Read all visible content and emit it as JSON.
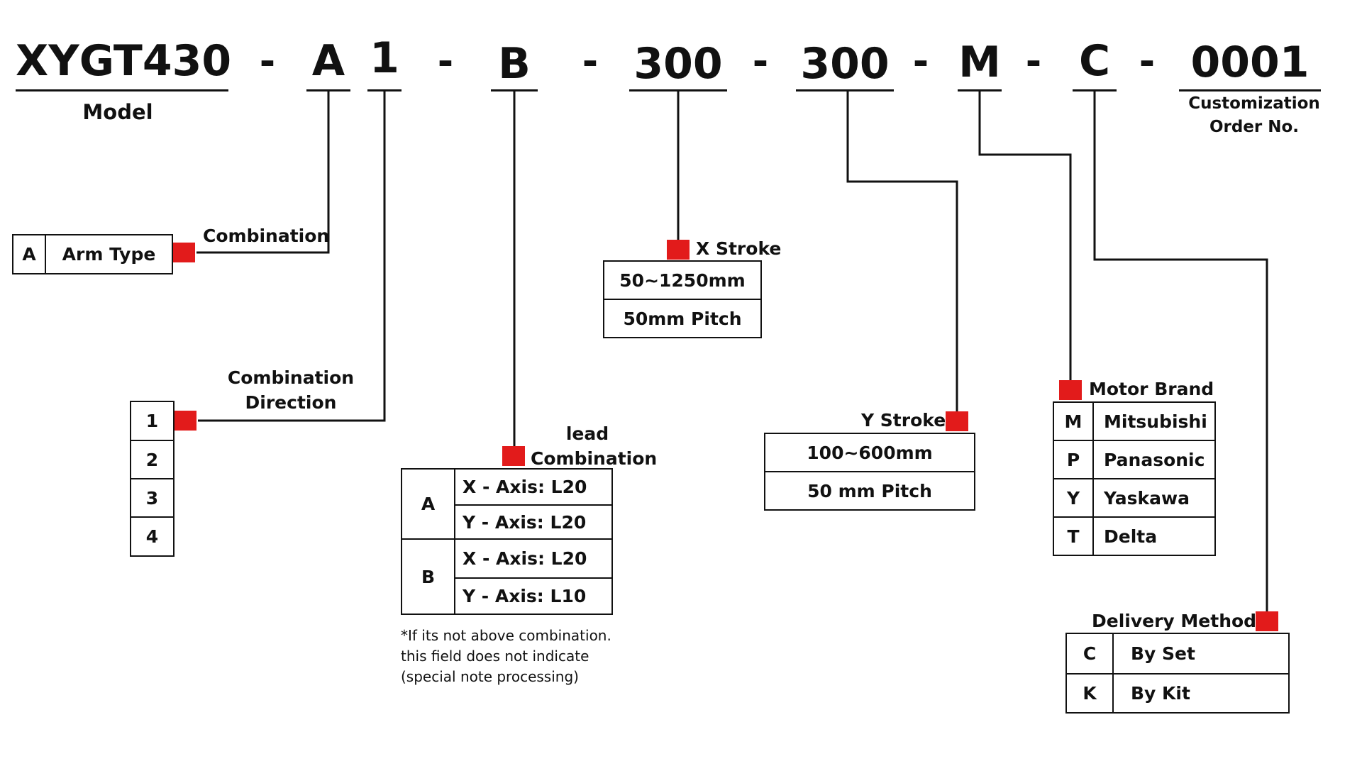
{
  "code": {
    "model": "XYGT430",
    "arm": "A",
    "direction": "1",
    "lead": "B",
    "x_stroke": "300",
    "y_stroke": "300",
    "motor": "M",
    "delivery": "C",
    "order_no": "0001",
    "separator": "-"
  },
  "captions": {
    "model": "Model",
    "order_no_line1": "Customization",
    "order_no_line2": "Order No."
  },
  "arm_type": {
    "title": "Combination",
    "code": "A",
    "label": "Arm Type"
  },
  "combination_direction": {
    "title_line1": "Combination",
    "title_line2": "Direction",
    "options": [
      "1",
      "2",
      "3",
      "4"
    ]
  },
  "lead_combination": {
    "title_line1": "lead",
    "title_line2": "Combination",
    "groups": [
      {
        "code": "A",
        "rows": [
          "X - Axis: L20",
          "Y - Axis: L20"
        ]
      },
      {
        "code": "B",
        "rows": [
          "X - Axis: L20",
          "Y - Axis: L10"
        ]
      }
    ],
    "note": [
      "*If its not above combination.",
      "this field does not indicate",
      "(special note processing)"
    ]
  },
  "x_stroke": {
    "title": "X Stroke",
    "range": "50~1250mm",
    "pitch": "50mm Pitch"
  },
  "y_stroke": {
    "title": "Y Stroke",
    "range": "100~600mm",
    "pitch": "50 mm Pitch"
  },
  "motor_brand": {
    "title": "Motor Brand",
    "options": [
      {
        "code": "M",
        "name": "Mitsubishi"
      },
      {
        "code": "P",
        "name": "Panasonic"
      },
      {
        "code": "Y",
        "name": "Yaskawa"
      },
      {
        "code": "T",
        "name": "Delta"
      }
    ]
  },
  "delivery_method": {
    "title": "Delivery Method",
    "options": [
      {
        "code": "C",
        "name": "By Set"
      },
      {
        "code": "K",
        "name": "By Kit"
      }
    ]
  },
  "colors": {
    "marker": "#e21b1b",
    "line": "#111111"
  }
}
